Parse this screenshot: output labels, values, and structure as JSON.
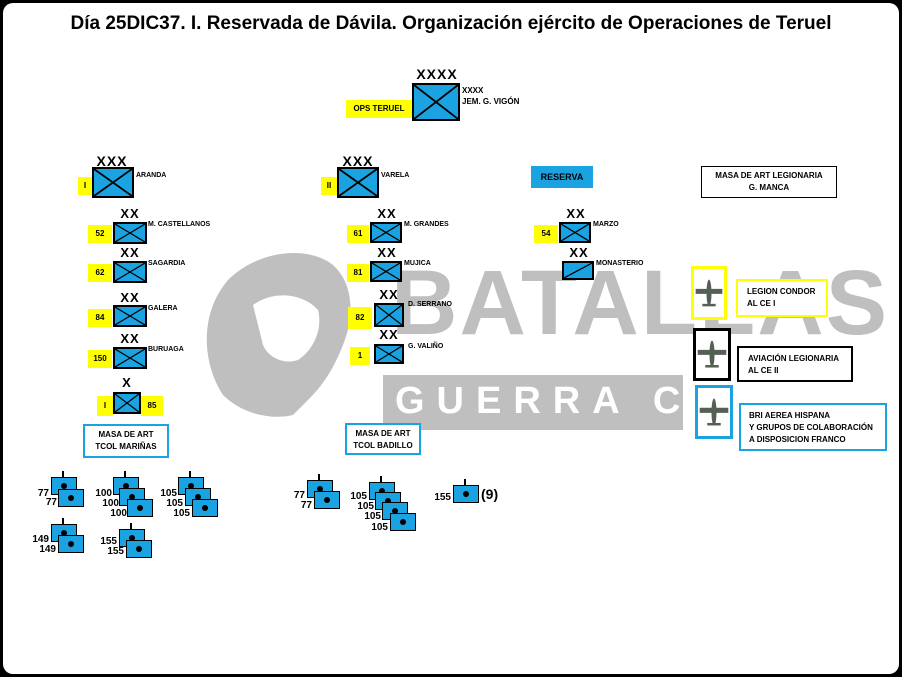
{
  "title": "Día 25DIC37. I. Reservada de Dávila. Organización ejército de Operaciones de Teruel",
  "colors": {
    "unit_fill": "#1aa3e0",
    "label_bg": "#ffff00",
    "watermark": "#8c8c8c",
    "cyan_border": "#1aa3e0"
  },
  "watermark": {
    "line1": "BATALLAS",
    "line2": "GUERRA CIVIL"
  },
  "hq": {
    "echelon": "XXXX",
    "name": "OPS TERUEL",
    "side_echelon": "XXXX",
    "commander": "JEM. G. VIGÓN"
  },
  "corps": [
    {
      "echelon": "XXX",
      "numeral": "I",
      "commander": "ARANDA"
    },
    {
      "echelon": "XXX",
      "numeral": "II",
      "commander": "VARELA"
    }
  ],
  "reserva": "RESERVA",
  "masa_legionaria": {
    "line1": "MASA DE ART LEGIONARIA",
    "line2": "G. MANCA"
  },
  "divisions_i": [
    {
      "echelon": "XX",
      "num": "52",
      "name": "M. CASTELLANOS"
    },
    {
      "echelon": "XX",
      "num": "62",
      "name": "SAGARDIA"
    },
    {
      "echelon": "XX",
      "num": "84",
      "name": "GALERA"
    },
    {
      "echelon": "XX",
      "num": "150",
      "name": "BURUAGA"
    }
  ],
  "brigade_i": {
    "echelon": "X",
    "left": "I",
    "right": "85"
  },
  "divisions_ii": [
    {
      "echelon": "XX",
      "num": "61",
      "name": "M. GRANDES"
    },
    {
      "echelon": "XX",
      "num": "81",
      "name": "MUJICA"
    },
    {
      "echelon": "XX",
      "num": "82",
      "name": "D. SERRANO"
    },
    {
      "echelon": "XX",
      "num": "1",
      "name": "G. VALIÑO"
    }
  ],
  "divisions_res": [
    {
      "echelon": "XX",
      "num": "54",
      "name": "MARZO"
    },
    {
      "echelon": "XX",
      "num": "",
      "name": "MONASTERIO"
    }
  ],
  "masa_i": {
    "line1": "MASA DE ART",
    "line2": "TCOL MARIÑAS"
  },
  "masa_ii": {
    "line1": "MASA DE ART",
    "line2": "TCOL BADILLO"
  },
  "air": [
    {
      "line1": "LEGION CONDOR",
      "line2": "AL CE I",
      "line3": "",
      "border": "#ffff00"
    },
    {
      "line1": "AVIACIÓN LEGIONARIA",
      "line2": "AL CE II",
      "line3": "",
      "border": "#000000"
    },
    {
      "line1": "BRI AEREA HISPANA",
      "line2": "Y GRUPOS DE COLABORACIÓN",
      "line3": "A DISPOSICION FRANCO",
      "border": "#1aa3e0"
    }
  ],
  "artillery_i": [
    {
      "a": "77",
      "b": "77"
    },
    {
      "a": "100",
      "b": "100",
      "c": "100"
    },
    {
      "a": "105",
      "b": "105",
      "c": "105"
    },
    {
      "a": "149",
      "b": "149"
    },
    {
      "a": "155",
      "b": "155"
    }
  ],
  "artillery_ii": [
    {
      "a": "77",
      "b": "77"
    },
    {
      "a": "105",
      "b": "105",
      "c": "105",
      "d": "105"
    },
    {
      "a": "155",
      "suffix": "(9)"
    }
  ]
}
